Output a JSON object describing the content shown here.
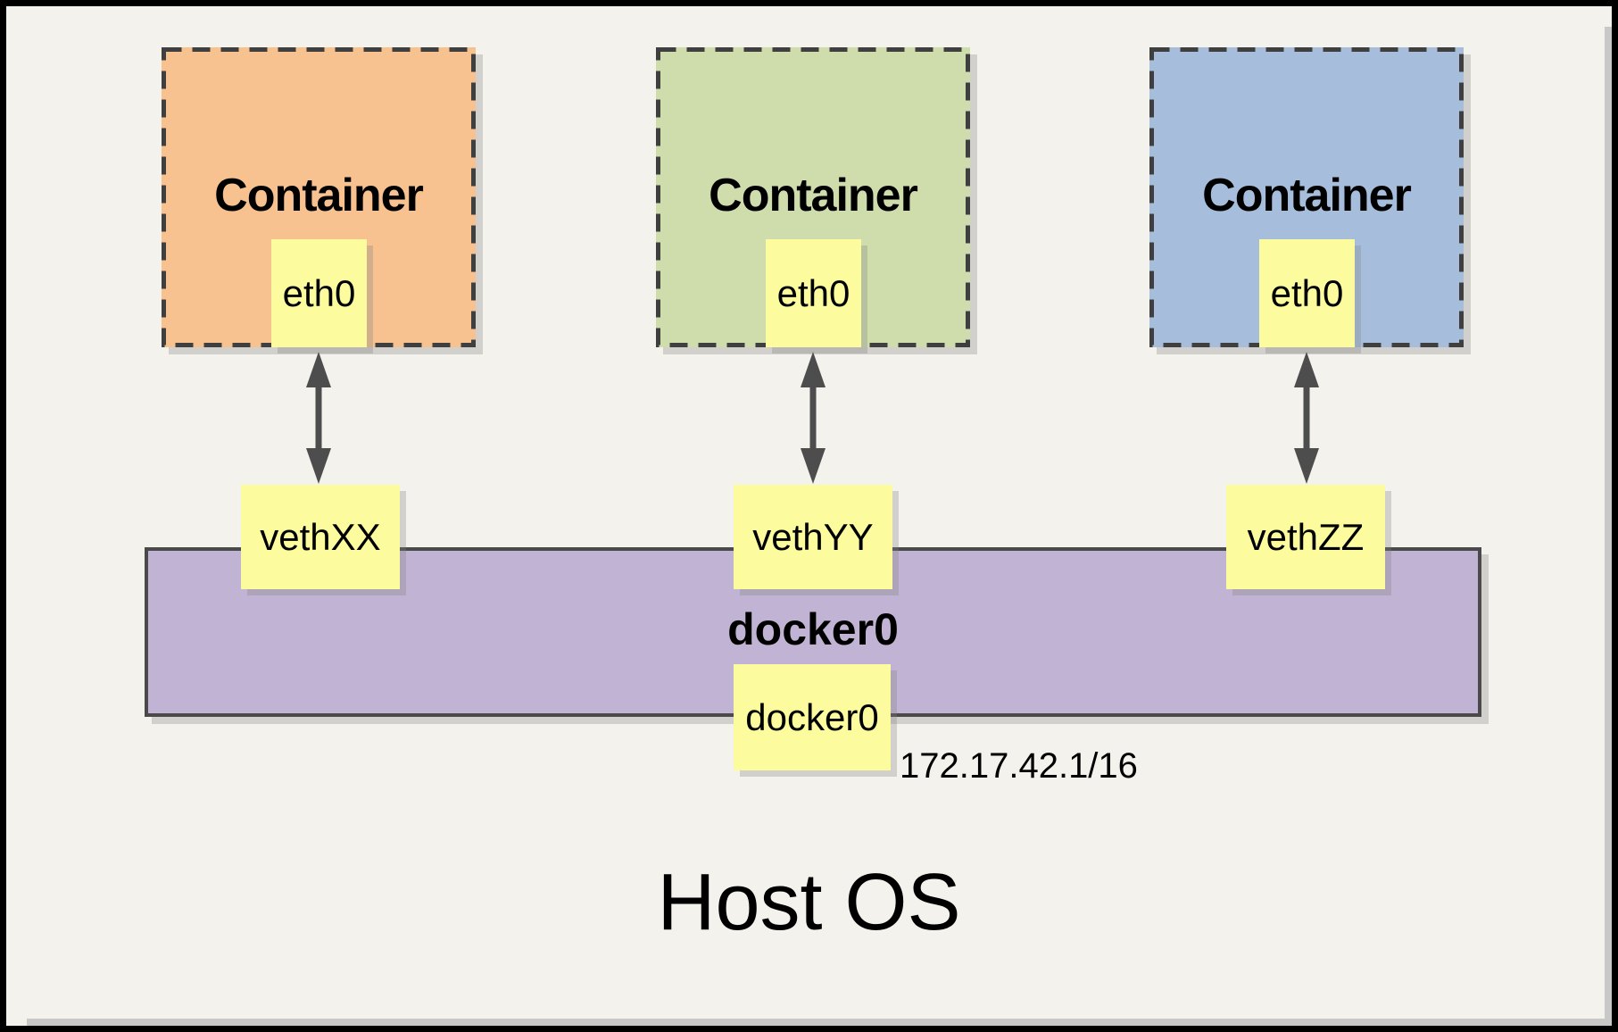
{
  "diagram": {
    "containers": [
      {
        "label": "Container",
        "interface": "eth0",
        "veth": "vethXX",
        "fill": "#f7c28f"
      },
      {
        "label": "Container",
        "interface": "eth0",
        "veth": "vethYY",
        "fill": "#cfdcac"
      },
      {
        "label": "Container",
        "interface": "eth0",
        "veth": "vethZZ",
        "fill": "#a7bddc"
      }
    ],
    "bridge": {
      "label": "docker0",
      "interface": "docker0",
      "ip": "172.17.42.1/16",
      "fill": "#c1b3d3"
    },
    "host": {
      "label": "Host OS"
    },
    "colors": {
      "note_fill": "#fcfc9e",
      "background": "#f4f2ec",
      "arrow": "#4d4d4d",
      "dash_border": "#3f3f3f"
    }
  }
}
